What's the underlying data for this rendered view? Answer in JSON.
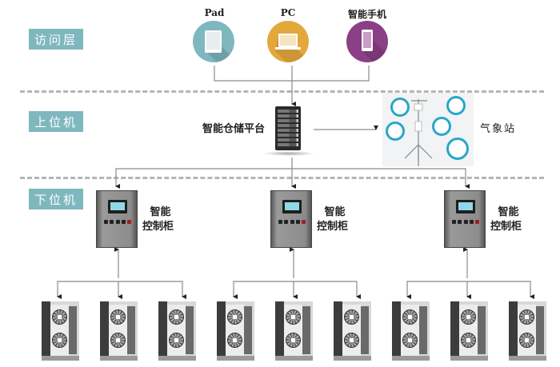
{
  "layers": [
    {
      "id": "access",
      "label": "访问层"
    },
    {
      "id": "upper",
      "label": "上位机"
    },
    {
      "id": "lower",
      "label": "下位机"
    }
  ],
  "access_devices": [
    {
      "label": "Pad",
      "icon": "tablet-icon",
      "color": "#7fb7bf"
    },
    {
      "label": "PC",
      "icon": "laptop-icon",
      "color": "#e3a83c"
    },
    {
      "label": "智能手机",
      "icon": "smartphone-icon",
      "color": "#8a3f86"
    }
  ],
  "upper": {
    "platform_label": "智能仓储平台",
    "platform_icon": "server-icon",
    "weather_label": "气象站",
    "weather_icon": "weather-station-icon"
  },
  "controllers": [
    {
      "line1": "智能",
      "line2": "控制柜"
    },
    {
      "line1": "智能",
      "line2": "控制柜"
    },
    {
      "line1": "智能",
      "line2": "控制柜"
    }
  ],
  "units_per_controller": 3,
  "unit_icon": "outdoor-ac-unit-icon",
  "colors": {
    "layer_tag": "#7fb7bf",
    "divider": "#b5b5b5",
    "connector": "#8a8a8a"
  }
}
